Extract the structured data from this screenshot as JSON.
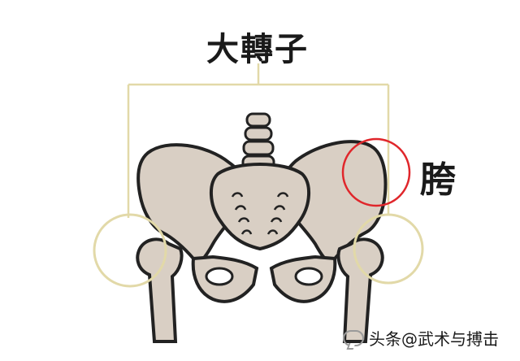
{
  "labels": {
    "greater_trochanter": "大轉子",
    "hip": "胯"
  },
  "watermark": {
    "icon": "chat-bubble-icon",
    "text": "头条@武术与搏击"
  },
  "colors": {
    "bone_fill": "#d9cfc4",
    "bone_outline": "#222222",
    "bracket_line": "#e2d9a8",
    "trochanter_circle": "#e2d9a8",
    "hip_circle": "#e0262b"
  }
}
